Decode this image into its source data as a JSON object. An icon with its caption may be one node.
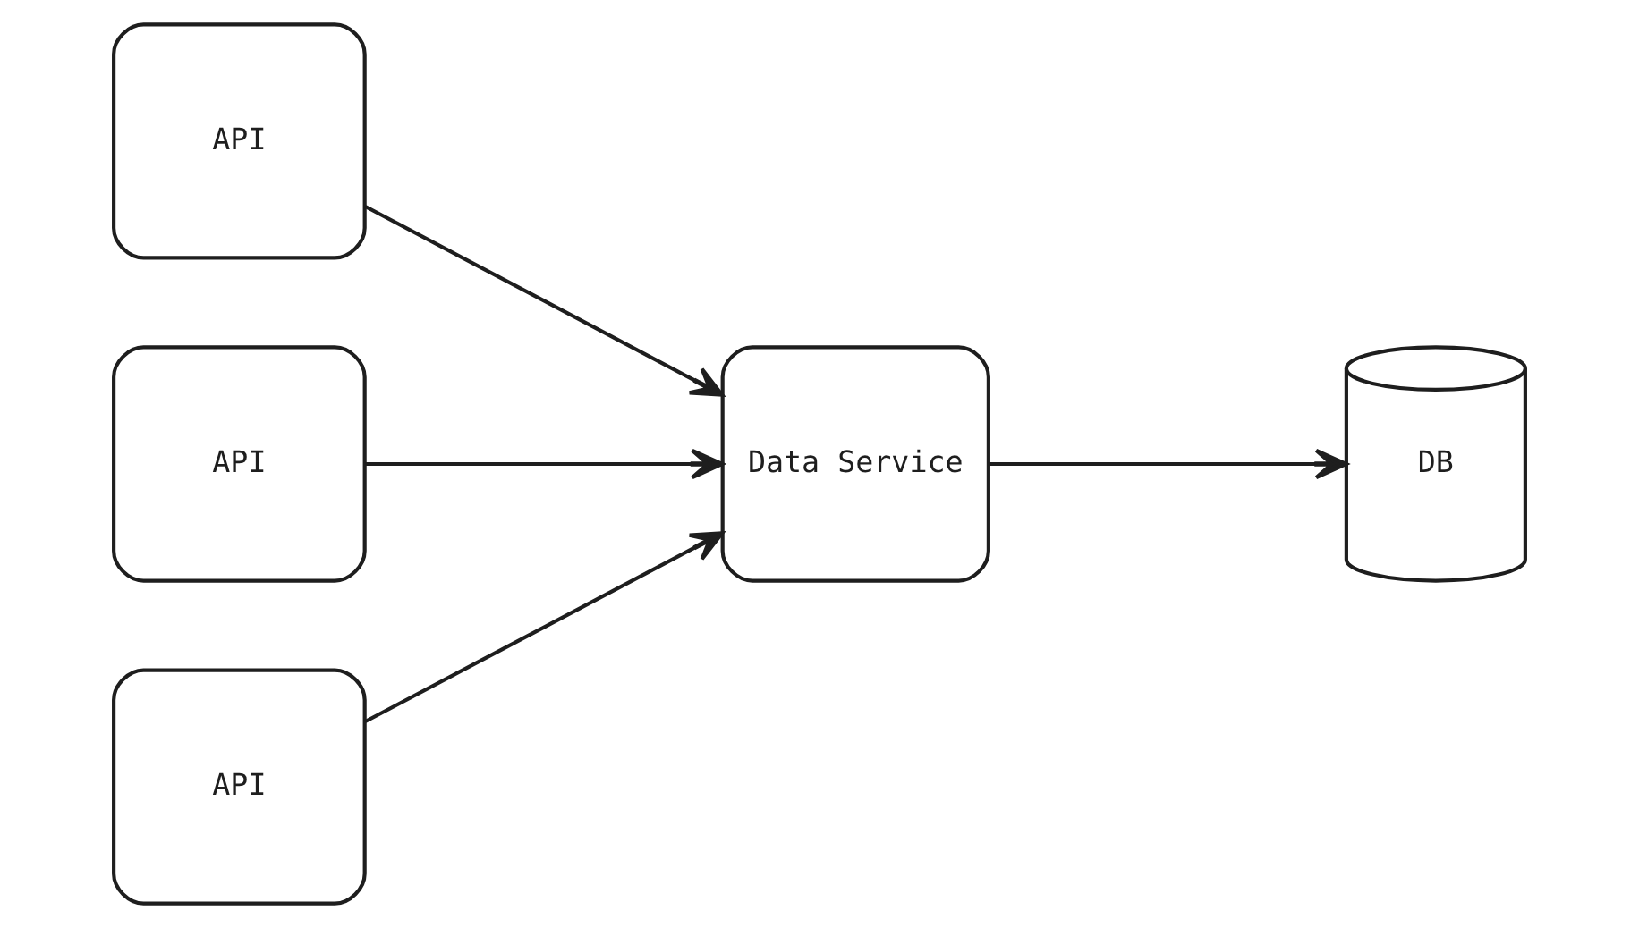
{
  "diagram": {
    "nodes": [
      {
        "text": [
          "API"
        ]
      },
      {
        "text": [
          "API"
        ]
      },
      {
        "text": [
          "API"
        ]
      },
      {
        "text": [
          "Data Service"
        ]
      },
      {
        "text": [
          "DB"
        ]
      }
    ],
    "edges": [
      {
        "from": 0,
        "to": 3,
        "arrow": "to"
      },
      {
        "from": 1,
        "to": 3,
        "arrow": "to"
      },
      {
        "from": 2,
        "to": 3,
        "arrow": "to"
      },
      {
        "from": 3,
        "to": 4,
        "arrow": "to"
      }
    ]
  }
}
